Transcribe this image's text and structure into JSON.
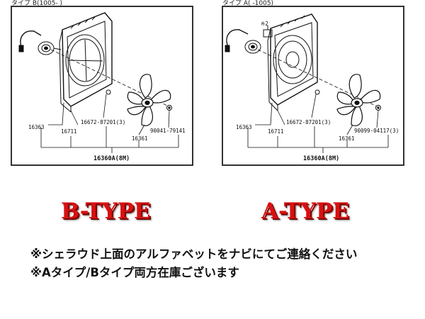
{
  "panel_b": {
    "header": "タイプ B(1005-      )",
    "parts": {
      "shroud": "16363",
      "motor": "16711",
      "bolt": "16672-87201(3)",
      "nut": "90041-79141",
      "fan": "16361",
      "assembly": "16360A(8M)"
    }
  },
  "panel_a": {
    "header": "タイプ A(      -1005)",
    "parts": {
      "clip": "※2",
      "shroud": "16363",
      "motor": "16711",
      "bolt": "16672-87201(3)",
      "nut": "90099-04117(3)",
      "fan": "16361",
      "assembly": "16360A(8M)"
    }
  },
  "titles": {
    "b": "B-TYPE",
    "a": "A-TYPE"
  },
  "notes": {
    "line1": "※シェラウド上面のアルファベットをナビにてご連絡ください",
    "line2": "※Aタイプ/Bタイプ両方在庫ございます"
  },
  "colors": {
    "title": "#d81111",
    "title_shadow": "#7a0000",
    "ink": "#111111"
  }
}
